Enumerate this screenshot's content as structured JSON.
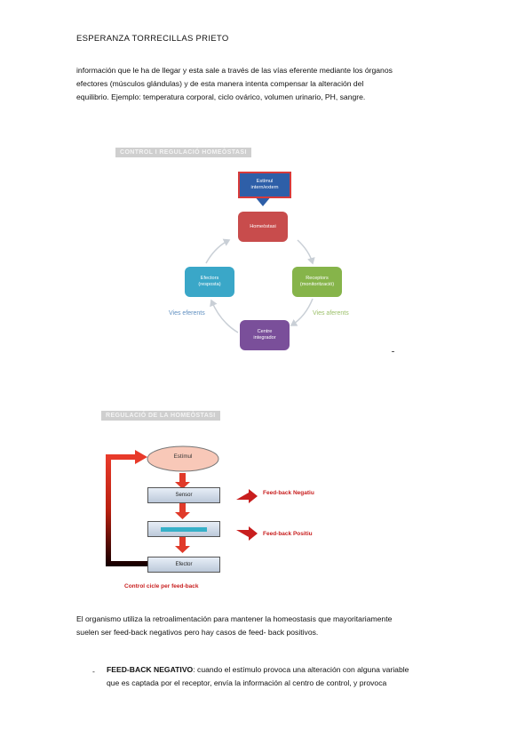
{
  "header": {
    "author": "ESPERANZA TORRECILLAS PRIETO"
  },
  "intro_lines": [
    "información que le ha de llegar y esta sale a través de las vías eferente mediante los órganos",
    "efectores (músculos glándulas) y de esta manera intenta compensar la alteración del",
    "equilibrio. Ejemplo: temperatura corporal, ciclo ovárico, volumen urinario, PH, sangre."
  ],
  "figure1": {
    "title": "CONTROL I REGULACIÓ HOMEÒSTASI",
    "stimulus_line1": "Estímul",
    "stimulus_line2": "intern/extern",
    "homeostasi": "Homeòstasi",
    "receptors_line1": "Receptors",
    "receptors_line2": "(monitorització)",
    "efectors_line1": "Efectors",
    "efectors_line2": "(resposta)",
    "centre_line1": "Centre",
    "centre_line2": "integrador",
    "vies_eferents": "Vies eferents",
    "vies_aferents": "Vies aferents",
    "colors": {
      "stimulus": "#2e5fa8",
      "homeostasi": "#c84c4c",
      "receptors": "#86b44a",
      "efectors": "#3aa7c8",
      "centre": "#7a4f9a"
    }
  },
  "figure2": {
    "title": "REGULACIÓ DE LA HOMEÒSTASI",
    "estimul": "Estímul",
    "sensor": "Sensor",
    "efector": "Efector",
    "feedback_negatiu": "Feed-back Negatiu",
    "feedback_positiu": "Feed-back Positiu",
    "caption": "Control cicle per feed-back",
    "colors": {
      "arrow": "#e03a2a",
      "text": "#c81e1e"
    }
  },
  "paragraph2_lines": [
    "El organismo utiliza la retroalimentación para mantener la homeostasis que mayoritariamente",
    "suelen ser feed-back negativos pero hay casos de feed- back positivos."
  ],
  "bullet": {
    "marker": "-",
    "term": "FEED-BACK NEGATIVO",
    "line1_rest": ": cuando el estímulo provoca una alteración con alguna variable",
    "line2": "que es captada por el receptor, envía la información al centro de control, y provoca"
  }
}
